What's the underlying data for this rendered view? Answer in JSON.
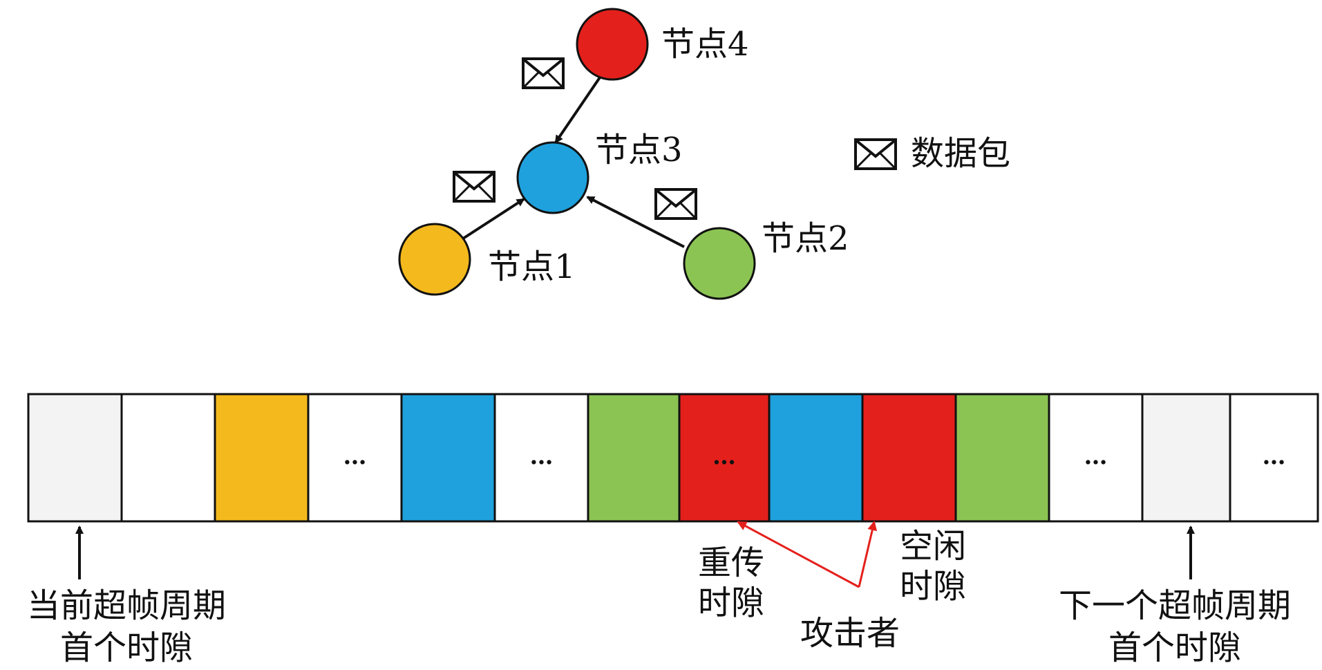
{
  "colors": {
    "yellow": "#F4B91C",
    "blue": "#1FA1DD",
    "green": "#8BC453",
    "red": "#E4201C",
    "light": "#F3F3F3",
    "white": "#FFFFFF",
    "attack_arrow": "#E4201C",
    "stroke": "#111111"
  },
  "icons": {
    "packet": "envelope-icon"
  },
  "nodes": [
    {
      "label": "节点1",
      "color": "yellow"
    },
    {
      "label": "节点2",
      "color": "green"
    },
    {
      "label": "节点3",
      "color": "blue"
    },
    {
      "label": "节点4",
      "color": "red"
    }
  ],
  "legend": {
    "text": "数据包"
  },
  "slots": [
    {
      "color": "light",
      "text": ""
    },
    {
      "color": "white",
      "text": ""
    },
    {
      "color": "yellow",
      "text": ""
    },
    {
      "color": "white",
      "text": "…"
    },
    {
      "color": "blue",
      "text": ""
    },
    {
      "color": "white",
      "text": "…"
    },
    {
      "color": "green",
      "text": ""
    },
    {
      "color": "red",
      "text": "…"
    },
    {
      "color": "blue",
      "text": ""
    },
    {
      "color": "red",
      "text": ""
    },
    {
      "color": "green",
      "text": ""
    },
    {
      "color": "white",
      "text": "…"
    },
    {
      "color": "light",
      "text": ""
    },
    {
      "color": "white",
      "text": "…"
    }
  ],
  "annotations": {
    "current_first": [
      "当前超帧周期",
      "首个时隙"
    ],
    "next_first": [
      "下一个超帧周期",
      "首个时隙"
    ],
    "retransmit": [
      "重传",
      "时隙"
    ],
    "idle": [
      "空闲",
      "时隙"
    ],
    "attacker": "攻击者"
  }
}
